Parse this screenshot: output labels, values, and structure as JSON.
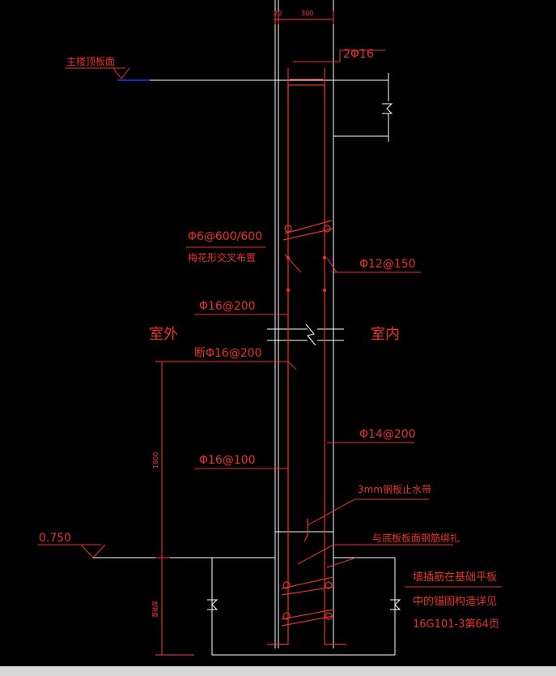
{
  "colors": {
    "background": "#000000",
    "wall": "#ffffff",
    "rebar": "#e8322a",
    "annotation": "#e8322a",
    "dimension": "#ff3b3b",
    "elevation_mark": "#2233ff",
    "status_bar": "#d9d9d9"
  },
  "labels": {
    "dim_top_small": "20",
    "dim_top_width": "300",
    "top_bars": "2Φ16",
    "roof_slab_elev": "主楼顶板面",
    "tie_bars": "Φ6@600/600",
    "tie_bars_note": "梅花形交叉布置",
    "horizontal_bars": "Φ12@150",
    "outer_vertical_upper": "Φ16@200",
    "outside": "室外",
    "inside": "室内",
    "cut_bars": "断Φ16@200",
    "dim_vertical_1800": "1800",
    "inner_vertical": "Φ14@200",
    "outer_vertical_lower": "Φ16@100",
    "waterstop": "3mm钢板止水带",
    "tie_note": "与底板板面钢筋绑扎",
    "ground_elev": "0.750",
    "dim_vertical_lower": "基础厚",
    "anchor_note_1": "墙插筋在基础平板",
    "anchor_note_2": "中的锚固构造详见",
    "anchor_note_3": "16G101-3第64页"
  }
}
